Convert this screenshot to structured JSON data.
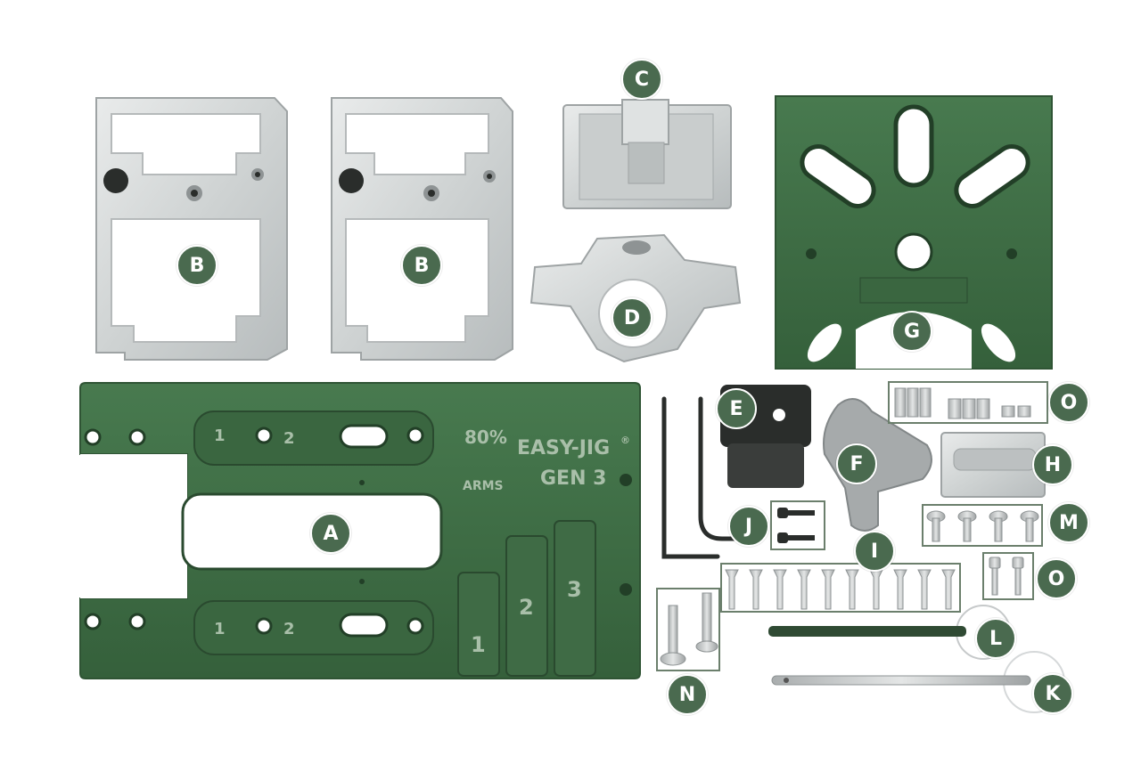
{
  "photo": {
    "subject": "jig kit parts layout",
    "colors": {
      "green": "#3f6b45",
      "green_dark": "#2f5434",
      "aluminum": "#d9dcdc",
      "aluminum_shadow": "#a7acad",
      "badge": "#4a6a4f",
      "black_steel": "#2a2d2b"
    }
  },
  "engraving": {
    "brand_top": "80%",
    "brand_bottom": "ARMS",
    "product": "EASY-JIG",
    "reg_mark": "®",
    "generation": "GEN 3",
    "slot_numbers": [
      "1",
      "2",
      "3"
    ],
    "rail_numbers": [
      "1",
      "2"
    ]
  },
  "labels": {
    "A": "A",
    "B1": "B",
    "B2": "B",
    "C": "C",
    "D": "D",
    "E": "E",
    "F": "F",
    "G": "G",
    "H": "H",
    "I": "I",
    "J": "J",
    "K": "K",
    "L": "L",
    "M": "M",
    "N": "N",
    "O1": "O",
    "O2": "O"
  }
}
